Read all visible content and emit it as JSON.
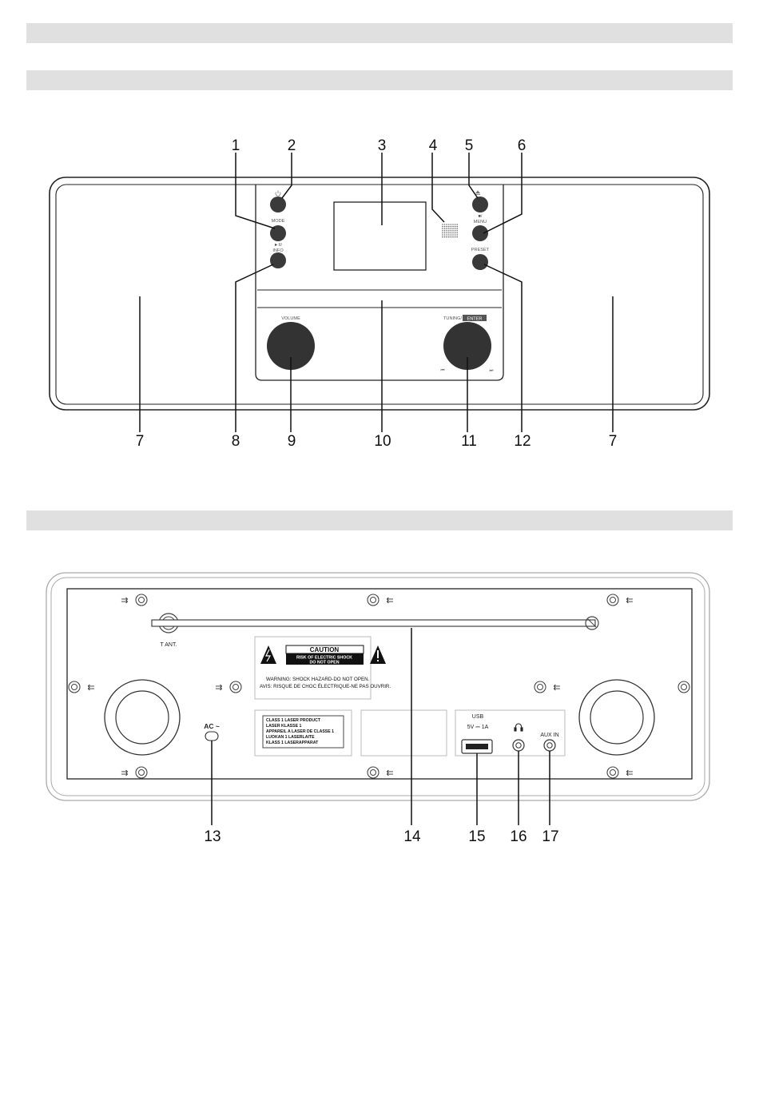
{
  "front": {
    "buttons": {
      "power_icon": "power-icon",
      "mode": "MODE",
      "play_info_1": "►II/",
      "play_info_2": "INFO",
      "eject_icon": "eject-icon",
      "menu_1": "■/",
      "menu_2": "MENU",
      "preset": "PRESET"
    },
    "knobs": {
      "volume": "VOLUME",
      "tuning_prefix": "TUNING/",
      "enter": "ENTER",
      "prev": "⏮",
      "next": "⏭"
    },
    "callouts": [
      "1",
      "2",
      "3",
      "4",
      "5",
      "6",
      "7",
      "8",
      "9",
      "10",
      "11",
      "12",
      "7"
    ]
  },
  "rear": {
    "antenna": "T ANT.",
    "caution": {
      "title": "CAUTION",
      "line1": "RISK OF ELECTRIC SHOCK",
      "line2": "DO NOT OPEN",
      "warning": "WARNING: SHOCK HAZARD-DO NOT OPEN.",
      "avis": "AVIS: RISQUE DE CHOC ÉLECTRIQUE-NE PAS OUVRIR."
    },
    "laser_label": [
      "CLASS 1 LASER PRODUCT",
      "LASER KLASSE 1",
      "APPAREIL A LASER DE CLASSE 1",
      "LUOKAN 1 LASERLAITE",
      "KLASS 1 LASERAPPARAT"
    ],
    "ac": "AC ~",
    "usb": "USB",
    "usb_rating": "5V ⎓ 1A",
    "headphone_icon": "headphone-icon",
    "aux": "AUX IN",
    "arrow_right": "⇉",
    "arrow_left": "⇇",
    "callouts": [
      "13",
      "14",
      "15",
      "16",
      "17"
    ]
  }
}
